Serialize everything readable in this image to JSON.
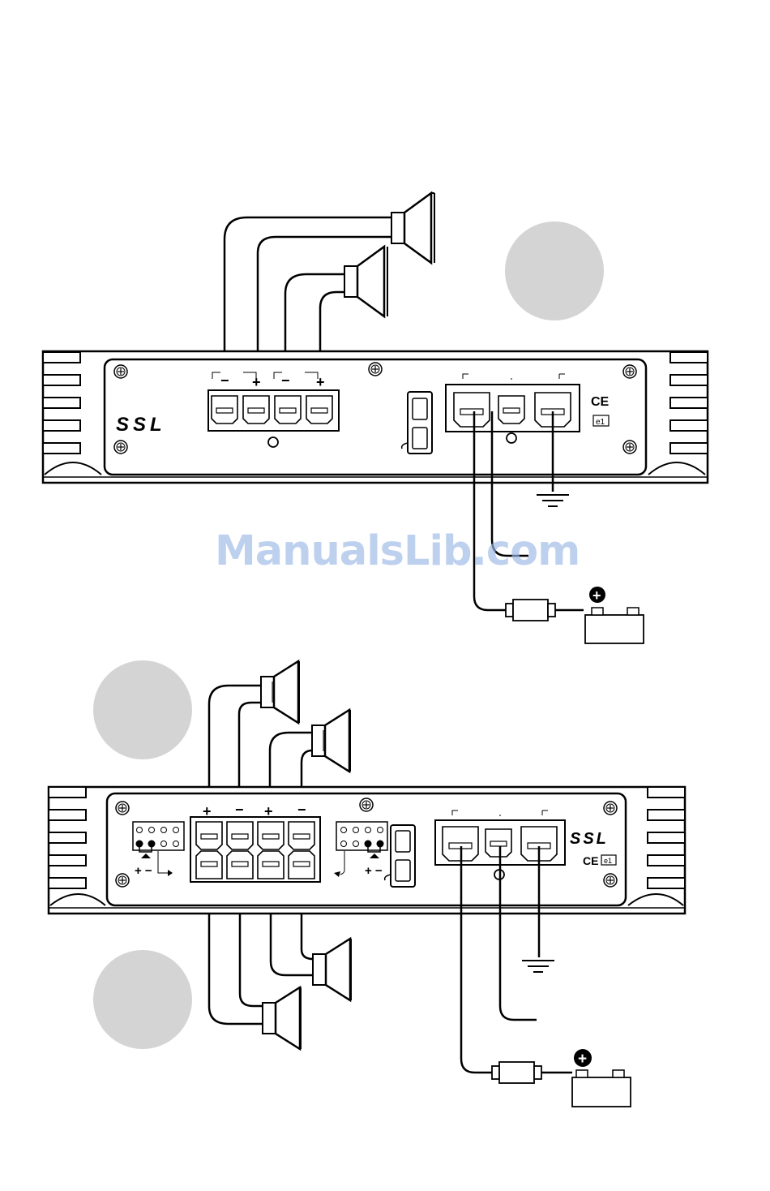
{
  "watermark": "ManualsLib.com",
  "amplifier_top": {
    "brand": "SSL",
    "ce_mark": "CE",
    "e_mark": "e1",
    "speaker_terminal_polarity": [
      "−",
      "+",
      "−",
      "+"
    ]
  },
  "amplifier_bottom": {
    "brand": "SSL",
    "ce_mark": "CE",
    "e_mark": "e1",
    "speaker_terminal_polarity": [
      "+",
      "−",
      "+",
      "−"
    ],
    "bridge_selector_polarity": "+ −"
  },
  "battery_positive_symbol": "+",
  "colors": {
    "line": "#000000",
    "callout_circle": "#d4d4d4",
    "watermark": "#9bb9e6"
  }
}
